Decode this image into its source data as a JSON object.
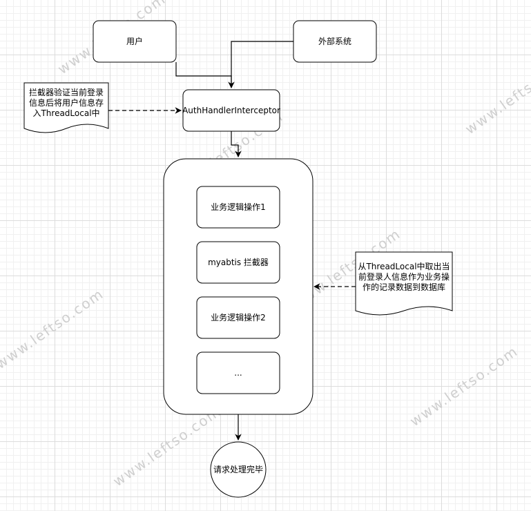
{
  "nodes": {
    "user": "用户",
    "external": "外部系统",
    "interceptor": "AuthHandlerInterceptor",
    "op1": "业务逻辑操作1",
    "mybatis": "myabtis 拦截器",
    "op2": "业务逻辑操作2",
    "more": "...",
    "end": "请求处理完毕"
  },
  "notes": {
    "left": [
      "拦截器验证当前登录",
      "信息后将用户信息存",
      "入ThreadLocal中"
    ],
    "right": [
      "从ThreadLocal中取出当",
      "前登录人信息作为业务操",
      "作的记录数据到数据库"
    ]
  },
  "watermark": "www.leftso.com"
}
